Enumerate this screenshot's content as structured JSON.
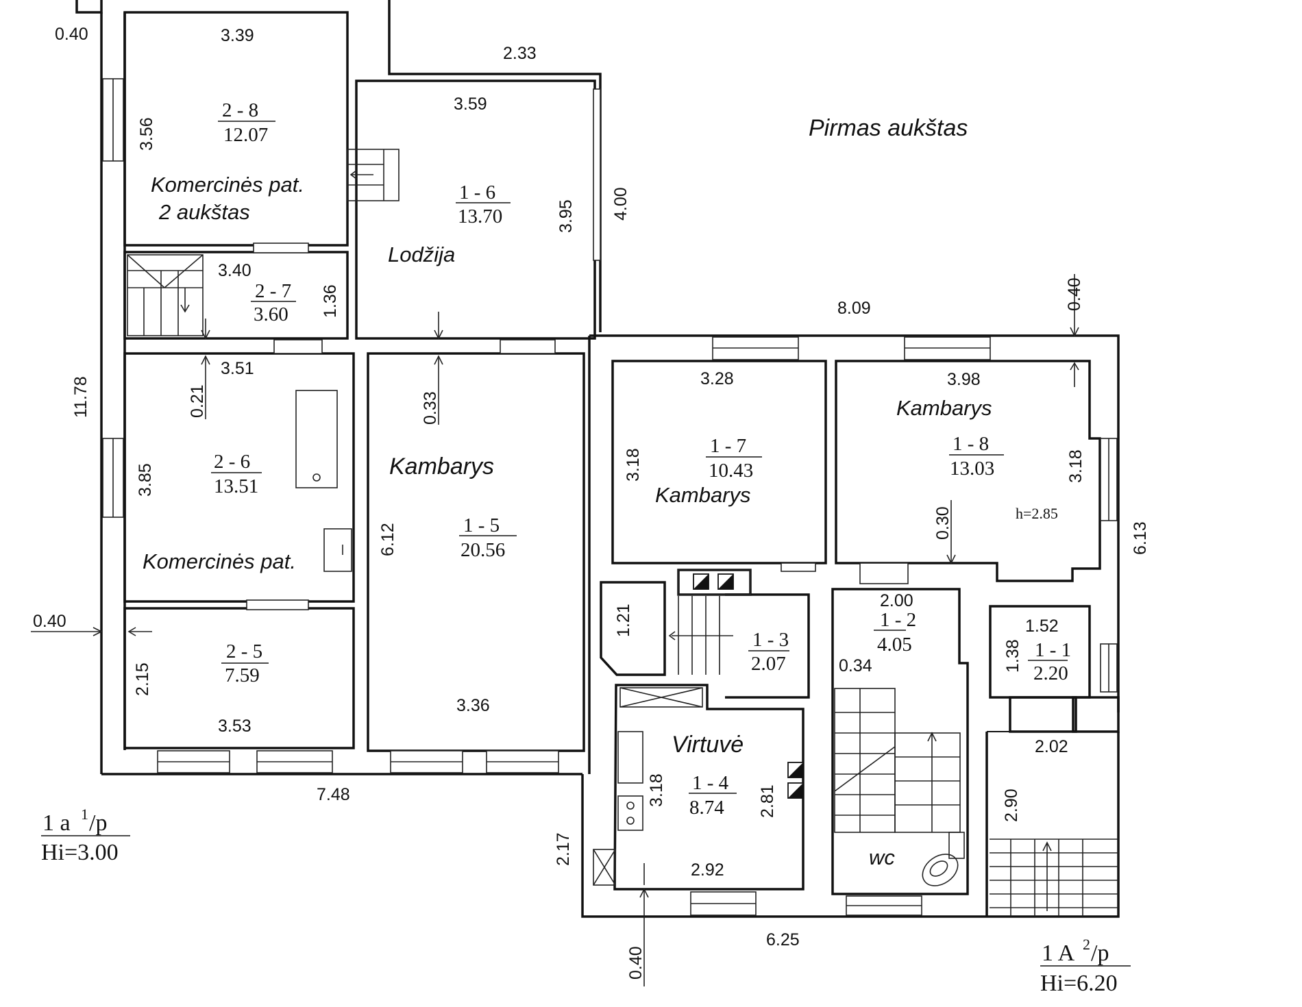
{
  "title": "Pirmas aukštas",
  "rooms": [
    {
      "code": "2 - 8",
      "area": "12.07",
      "label": "Komercinės pat.",
      "label2": "2 aukštas"
    },
    {
      "code": "2 - 7",
      "area": "3.60"
    },
    {
      "code": "2 - 6",
      "area": "13.51",
      "label": "Komercinės pat."
    },
    {
      "code": "2 - 5",
      "area": "7.59"
    },
    {
      "code": "1 - 6",
      "area": "13.70",
      "label": "Lodžija"
    },
    {
      "code": "1 - 5",
      "area": "20.56",
      "label": "Kambarys"
    },
    {
      "code": "1 - 7",
      "area": "10.43",
      "label": "Kambarys"
    },
    {
      "code": "1 - 8",
      "area": "13.03",
      "label": "Kambarys",
      "note": "h=2.85"
    },
    {
      "code": "1 - 3",
      "area": "2.07"
    },
    {
      "code": "1 - 2",
      "area": "4.05"
    },
    {
      "code": "1 - 1",
      "area": "2.20"
    },
    {
      "code": "1 - 4",
      "area": "8.74",
      "label": "Virtuvė"
    }
  ],
  "wc_label": "wc",
  "dimensions": {
    "d_040_top": "0.40",
    "d_339": "3.39",
    "d_356": "3.56",
    "d_233": "2.33",
    "d_359": "3.59",
    "d_395": "3.95",
    "d_400": "4.00",
    "d_340": "3.40",
    "d_136": "1.36",
    "d_809": "8.09",
    "d_040_right": "0.40",
    "d_351": "3.51",
    "d_021": "0.21",
    "d_033": "0.33",
    "d_328": "3.28",
    "d_398": "3.98",
    "d_1178": "11.78",
    "d_385": "3.85",
    "d_318_a": "3.18",
    "d_318_b": "3.18",
    "d_612": "6.12",
    "d_030": "0.30",
    "d_613": "6.13",
    "d_200": "2.00",
    "d_040_left": "0.40",
    "d_121": "1.21",
    "d_152": "1.52",
    "d_034": "0.34",
    "d_138": "1.38",
    "d_215": "2.15",
    "d_336": "3.36",
    "d_353": "3.53",
    "d_202": "2.02",
    "d_748": "7.48",
    "d_318_c": "3.18",
    "d_281": "2.81",
    "d_290": "2.90",
    "d_217": "2.17",
    "d_292": "2.92",
    "d_625": "6.25",
    "d_040_bottom": "0.40"
  },
  "stamp_left": {
    "line1": "1 a",
    "sup": "1",
    "line1_end": "/p",
    "line2": "Hi=3.00"
  },
  "stamp_right": {
    "line1": "1 A",
    "sup": "2",
    "line1_end": "/p",
    "line2": "Hi=6.20"
  }
}
